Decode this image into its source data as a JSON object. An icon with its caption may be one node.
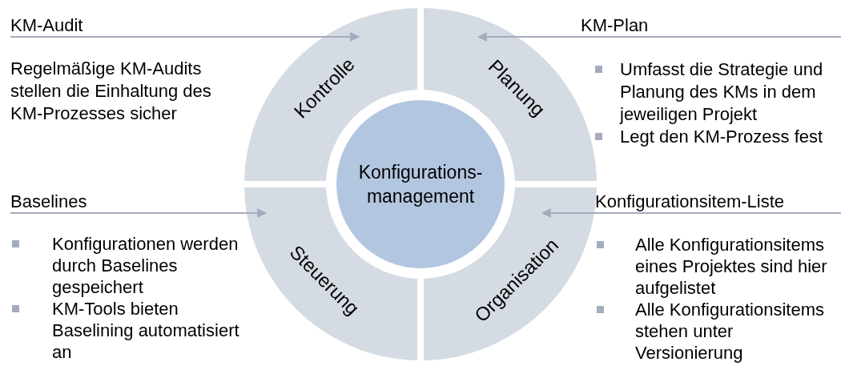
{
  "diagram": {
    "nodes": [
      {
        "text": [
          "Konfigurations- management"
        ]
      },
      {
        "text": [
          "Kontrolle"
        ]
      },
      {
        "text": [
          "Planung"
        ]
      },
      {
        "text": [
          "Steuerung"
        ]
      },
      {
        "text": [
          "Organisation"
        ]
      },
      {
        "text": [
          "KM-Audit"
        ]
      },
      {
        "text": [
          "KM-Plan"
        ]
      },
      {
        "text": [
          "Baselines"
        ]
      },
      {
        "text": [
          "Konfigurationsitem-Liste"
        ]
      }
    ],
    "edges": [
      {
        "from": 5,
        "to": 1,
        "arrow": "to"
      },
      {
        "from": 6,
        "to": 2,
        "arrow": "to"
      },
      {
        "from": 7,
        "to": 3,
        "arrow": "to"
      },
      {
        "from": 8,
        "to": 4,
        "arrow": "to"
      }
    ],
    "labels": [
      "Regelmäßige KM-Audits stellen die Einhaltung des KM-Prozesses sicher",
      "Umfasst die Strategie und Planung des KMs in dem jeweiligen Projekt",
      "Legt den KM-Prozess fest",
      "Konfigurationen werden durch Baselines gespeichert",
      "KM-Tools bieten Baselining automatisiert an",
      "Alle Konfigurationsitems eines Projektes sind hier aufgelistet",
      "Alle Konfigurationsitems stehen unter Versionierung"
    ]
  }
}
